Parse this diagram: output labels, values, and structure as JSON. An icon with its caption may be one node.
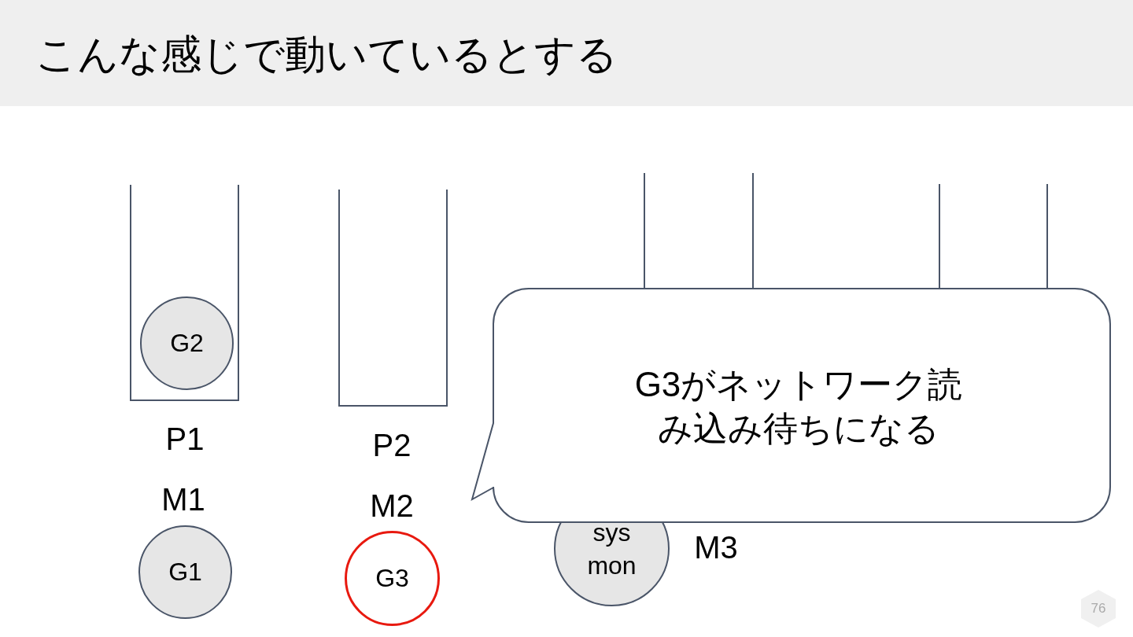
{
  "diagram": {
    "title": "こんな感じで動いているとする",
    "nodes": [
      {
        "text": [],
        "shape": "box"
      },
      {
        "text": [
          "G2"
        ],
        "in": 0
      },
      {
        "text": [],
        "shape": "box"
      },
      {
        "text": [],
        "shape": "box"
      },
      {
        "text": [],
        "shape": "box"
      },
      {
        "text": [
          "G1"
        ]
      },
      {
        "text": [
          "G3"
        ]
      },
      {
        "text": [
          "sys mon"
        ]
      },
      {
        "text": [
          "G3がネットワーク読み込み待ちになる"
        ]
      }
    ],
    "edges": [],
    "labels": [
      "P1",
      "M1",
      "P2",
      "M2",
      "M3",
      "76"
    ]
  }
}
